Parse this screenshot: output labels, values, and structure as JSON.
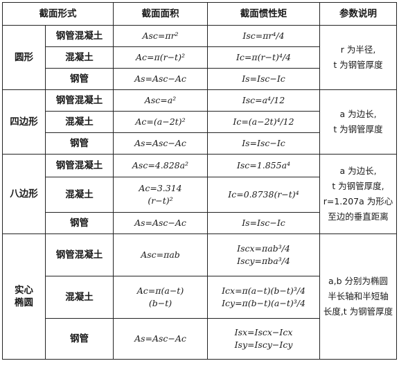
{
  "header": {
    "col_shape": "截面形式",
    "col_area": "截面面积",
    "col_inertia": "截面惯性矩",
    "col_notes": "参数说明"
  },
  "sections": [
    {
      "shape": "圆形",
      "notes": [
        "r 为半径,",
        "t 为钢管厚度"
      ],
      "rows": [
        {
          "component": "钢管混凝土",
          "area": [
            "Asc=πr²"
          ],
          "inertia": [
            "Isc=πr⁴/4"
          ]
        },
        {
          "component": "混凝土",
          "area": [
            "Ac=π(r−t)²"
          ],
          "inertia": [
            "Ic=π(r−t)⁴/4"
          ]
        },
        {
          "component": "钢管",
          "area": [
            "As=Asc−Ac"
          ],
          "inertia": [
            "Is=Isc−Ic"
          ]
        }
      ]
    },
    {
      "shape": "四边形",
      "notes": [
        "a 为边长,",
        "t 为钢管厚度"
      ],
      "rows": [
        {
          "component": "钢管混凝土",
          "area": [
            "Asc=a²"
          ],
          "inertia": [
            "Isc=a⁴/12"
          ]
        },
        {
          "component": "混凝土",
          "area": [
            "Ac=(a−2t)²"
          ],
          "inertia": [
            "Ic=(a−2t)⁴/12"
          ]
        },
        {
          "component": "钢管",
          "area": [
            "As=Asc−Ac"
          ],
          "inertia": [
            "Is=Isc−Ic"
          ]
        }
      ]
    },
    {
      "shape": "八边形",
      "notes": [
        "a 为边长,",
        "t 为钢管厚度,",
        "r=1.207a 为形心",
        "至边的垂直距离"
      ],
      "rows": [
        {
          "component": "钢管混凝土",
          "area": [
            "Asc=4.828a²"
          ],
          "inertia": [
            "Isc=1.855a⁴"
          ]
        },
        {
          "component": "混凝土",
          "area": [
            "Ac=3.314",
            "(r−t)²"
          ],
          "inertia": [
            "Ic=0.8738(r−t)⁴"
          ]
        },
        {
          "component": "钢管",
          "area": [
            "As=Asc−Ac"
          ],
          "inertia": [
            "Is=Isc−Ic"
          ]
        }
      ]
    },
    {
      "shape": [
        "实心",
        "椭圆"
      ],
      "notes": [
        "a,b 分别为椭圆",
        "半长轴和半短轴",
        "长度,t 为钢管厚度"
      ],
      "rows": [
        {
          "component": "钢管混凝土",
          "area": [
            "Asc=πab"
          ],
          "inertia": [
            "Iscx=πab³/4",
            "Iscy=πba³/4"
          ]
        },
        {
          "component": "混凝土",
          "area": [
            "Ac=π(a−t)",
            "(b−t)"
          ],
          "inertia": [
            "Icx=π(a−t)(b−t)³/4",
            "Icy=π(b−t)(a−t)³/4"
          ]
        },
        {
          "component": "钢管",
          "area": [
            "As=Asc−Ac"
          ],
          "inertia": [
            "Isx=Iscx−Icx",
            "Isy=Iscy−Icy"
          ]
        }
      ]
    }
  ]
}
